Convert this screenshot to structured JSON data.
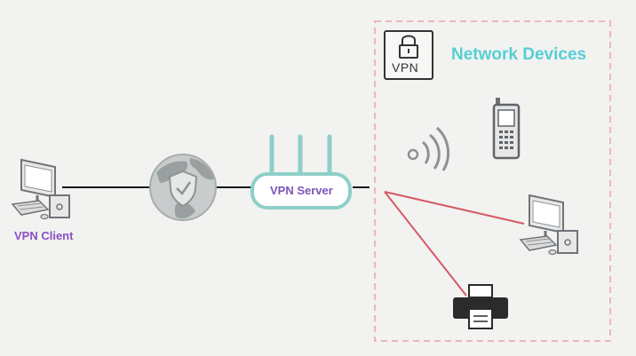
{
  "client": {
    "label": "VPN Client"
  },
  "server": {
    "label": "VPN Server"
  },
  "network": {
    "title": "Network Devices",
    "badge_text": "VPN"
  },
  "colors": {
    "accent_teal": "#8ecfc9",
    "title_teal": "#55cfd4",
    "label_purple": "#8a4fc4",
    "link_red": "#d65a66",
    "dashed_border": "#e6a5a5",
    "device_gray": "#7a7f84"
  },
  "icons": {
    "client": "desktop-computer-icon",
    "internet": "shielded-globe-icon",
    "router": "wifi-router-icon",
    "lock": "padlock-icon",
    "wireless": "wifi-signal-icon",
    "phone": "mobile-phone-icon",
    "computer": "desktop-computer-icon",
    "printer": "printer-icon"
  }
}
